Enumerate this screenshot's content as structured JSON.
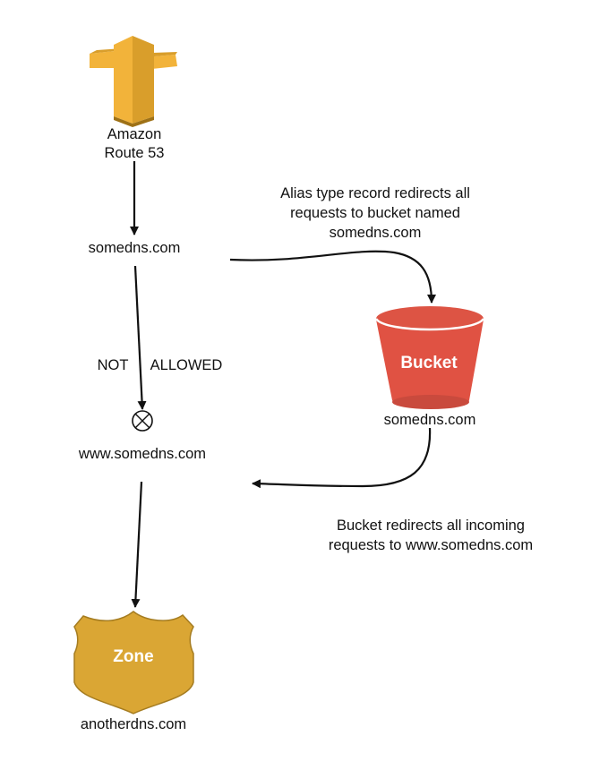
{
  "nodes": {
    "route53": {
      "label_line1": "Amazon",
      "label_line2": "Route 53",
      "icon": "route53-signpost-icon",
      "colors": {
        "light": "#f2b33a",
        "mid": "#d99e2b",
        "dark": "#9e7116"
      }
    },
    "somedns": {
      "label": "somedns.com"
    },
    "www": {
      "label": "www.somedns.com"
    },
    "bucket": {
      "title": "Bucket",
      "label": "somedns.com",
      "icon": "s3-bucket-icon",
      "colors": {
        "body": "#e05243",
        "rim": "#c94a3d",
        "top": "#dd5444"
      }
    },
    "zone": {
      "title": "Zone",
      "label": "anotherdns.com",
      "icon": "hosted-zone-shield-icon",
      "colors": {
        "fill": "#daa634",
        "stroke": "#a57c20"
      }
    }
  },
  "annotations": {
    "alias": {
      "line1": "Alias type record redirects all",
      "line2": "requests to bucket named",
      "line3": "somedns.com"
    },
    "redirect": {
      "line1": "Bucket redirects all incoming",
      "line2": "requests to www.somedns.com"
    },
    "not_allowed": {
      "left": "NOT",
      "right": "ALLOWED"
    }
  },
  "blocked_marker": {
    "icon": "blocked-crossed-circle-icon"
  }
}
